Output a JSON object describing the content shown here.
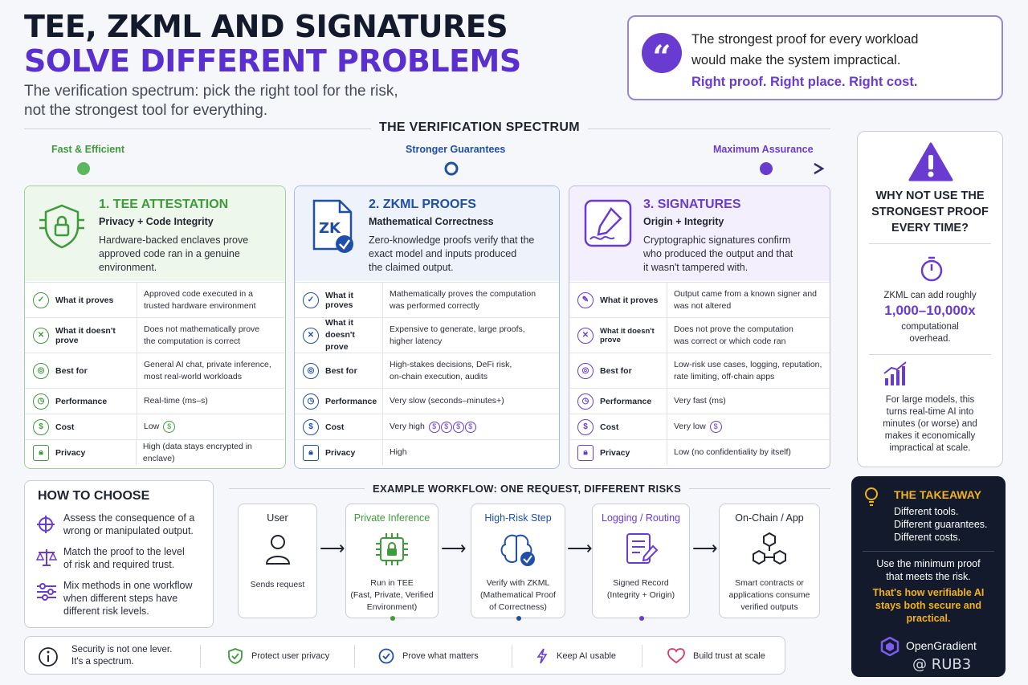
{
  "header": {
    "title_line1": "TEE, ZKML AND SIGNATURES",
    "title_line2": "SOLVE DIFFERENT PROBLEMS",
    "subtitle_line1": "The verification spectrum: pick the right tool for the risk,",
    "subtitle_line2": "not the strongest tool for everything."
  },
  "quote": {
    "line1": "The strongest proof for every workload",
    "line2": "would make the system impractical.",
    "accent": "Right proof. Right place. Right cost."
  },
  "spectrum": {
    "title": "THE VERIFICATION SPECTRUM",
    "left": "Fast & Efficient",
    "middle": "Stronger Guarantees",
    "right": "Maximum Assurance"
  },
  "colors": {
    "green": "#3f9a3c",
    "blue": "#1f4fa8",
    "purple": "#6a3bd1",
    "navy": "#121a2b",
    "gold": "#f3b21b"
  },
  "cards": [
    {
      "title": "1. TEE ATTESTATION",
      "subtitle": "Privacy + Code Integrity",
      "desc1": "Hardware-backed enclaves prove",
      "desc2": "approved code ran in a genuine",
      "desc3": "environment.",
      "icon": "shield-chip-icon",
      "rows": [
        {
          "label": "What it proves",
          "v1": "Approved code executed in a",
          "v2": "trusted hardware environment"
        },
        {
          "label": "What it doesn't prove",
          "v1": "Does not mathematically prove",
          "v2": "the computation is correct"
        },
        {
          "label": "Best for",
          "v1": "General AI chat, private inference,",
          "v2": "most real-world workloads"
        },
        {
          "label": "Performance",
          "v1": "Real-time (ms–s)",
          "v2": ""
        },
        {
          "label": "Cost",
          "v1": "Low",
          "v2": ""
        },
        {
          "label": "Privacy",
          "v1": "High (data stays encrypted in enclave)",
          "v2": ""
        }
      ]
    },
    {
      "title": "2. ZKML PROOFS",
      "subtitle": "Mathematical Correctness",
      "desc1": "Zero-knowledge proofs verify that the",
      "desc2": "exact model and inputs produced",
      "desc3": "the claimed output.",
      "icon": "zk-document-icon",
      "icon_text": "ZK",
      "rows": [
        {
          "label": "What it proves",
          "v1": "Mathematically proves the computation",
          "v2": "was performed correctly"
        },
        {
          "label1": "What it doesn't",
          "label2": "prove",
          "v1": "Expensive to generate, large proofs,",
          "v2": "higher latency"
        },
        {
          "label": "Best for",
          "v1": "High-stakes decisions, DeFi risk,",
          "v2": "on-chain execution, audits"
        },
        {
          "label": "Performance",
          "v1": "Very slow (seconds–minutes+)",
          "v2": ""
        },
        {
          "label": "Cost",
          "v1": "Very high",
          "v2": ""
        },
        {
          "label": "Privacy",
          "v1": "High",
          "v2": ""
        }
      ]
    },
    {
      "title": "3. SIGNATURES",
      "subtitle": "Origin + Integrity",
      "desc1": "Cryptographic signatures confirm",
      "desc2": "who produced the output and that",
      "desc3": "it wasn't tampered with.",
      "icon": "signature-pen-icon",
      "rows": [
        {
          "label": "What it proves",
          "v1": "Output came from a known signer and",
          "v2": "was not altered"
        },
        {
          "label": "What it doesn't prove",
          "v1": "Does not prove the computation",
          "v2": "was correct or which code ran"
        },
        {
          "label": "Best for",
          "v1": "Low-risk use cases, logging, reputation,",
          "v2": "rate limiting, off-chain apps"
        },
        {
          "label": "Performance",
          "v1": "Very fast (ms)",
          "v2": ""
        },
        {
          "label": "Cost",
          "v1": "Very low",
          "v2": ""
        },
        {
          "label": "Privacy",
          "v1": "Low (no confidentiality by itself)",
          "v2": ""
        }
      ]
    }
  ],
  "why": {
    "title1": "WHY NOT USE THE",
    "title2": "STRONGEST PROOF",
    "title3": "EVERY TIME?",
    "zk1": "ZKML can add roughly",
    "zk_big": "1,000–10,000x",
    "zk2": "computational",
    "zk3": "overhead.",
    "p1": "For large models, this",
    "p2": "turns real-time AI into",
    "p3": "minutes (or worse) and",
    "p4": "makes it economically",
    "p5": "impractical at scale."
  },
  "how": {
    "title": "HOW TO CHOOSE",
    "items": [
      {
        "l1": "Assess the consequence of a",
        "l2": "wrong or manipulated output."
      },
      {
        "l1": "Match the proof to the level",
        "l2": "of risk and required trust."
      },
      {
        "l1": "Mix methods in one workflow",
        "l2": "when different steps have",
        "l3": "different risk levels."
      }
    ]
  },
  "workflow": {
    "title": "EXAMPLE WORKFLOW: ONE REQUEST, DIFFERENT RISKS",
    "steps": [
      {
        "title": "User",
        "d1": "Sends request",
        "d2": "",
        "d3": ""
      },
      {
        "title": "Private Inference",
        "d1": "Run in TEE",
        "d2": "(Fast, Private, Verified",
        "d3": "Environment)"
      },
      {
        "title": "High-Risk Step",
        "d1": "Verify with ZKML",
        "d2": "(Mathematical Proof",
        "d3": "of Correctness)"
      },
      {
        "title": "Logging / Routing",
        "d1": "Signed Record",
        "d2": "(Integrity + Origin)",
        "d3": ""
      },
      {
        "title": "On-Chain / App",
        "d1": "Smart contracts or",
        "d2": "applications consume",
        "d3": "verified outputs"
      }
    ]
  },
  "takeaway": {
    "title": "THE TAKEAWAY",
    "l1": "Different tools.",
    "l2": "Different guarantees.",
    "l3": "Different costs.",
    "m1": "Use the minimum proof",
    "m2": "that meets the risk.",
    "g1": "That's how verifiable AI",
    "g2": "stays both secure and",
    "g3": "practical.",
    "brand": "OpenGradient",
    "watermark": "@ RUB3"
  },
  "bottom": {
    "lead1": "Security is not one lever.",
    "lead2": "It's a spectrum.",
    "items": [
      "Protect user privacy",
      "Prove what matters",
      "Keep AI usable",
      "Build trust at scale"
    ]
  }
}
